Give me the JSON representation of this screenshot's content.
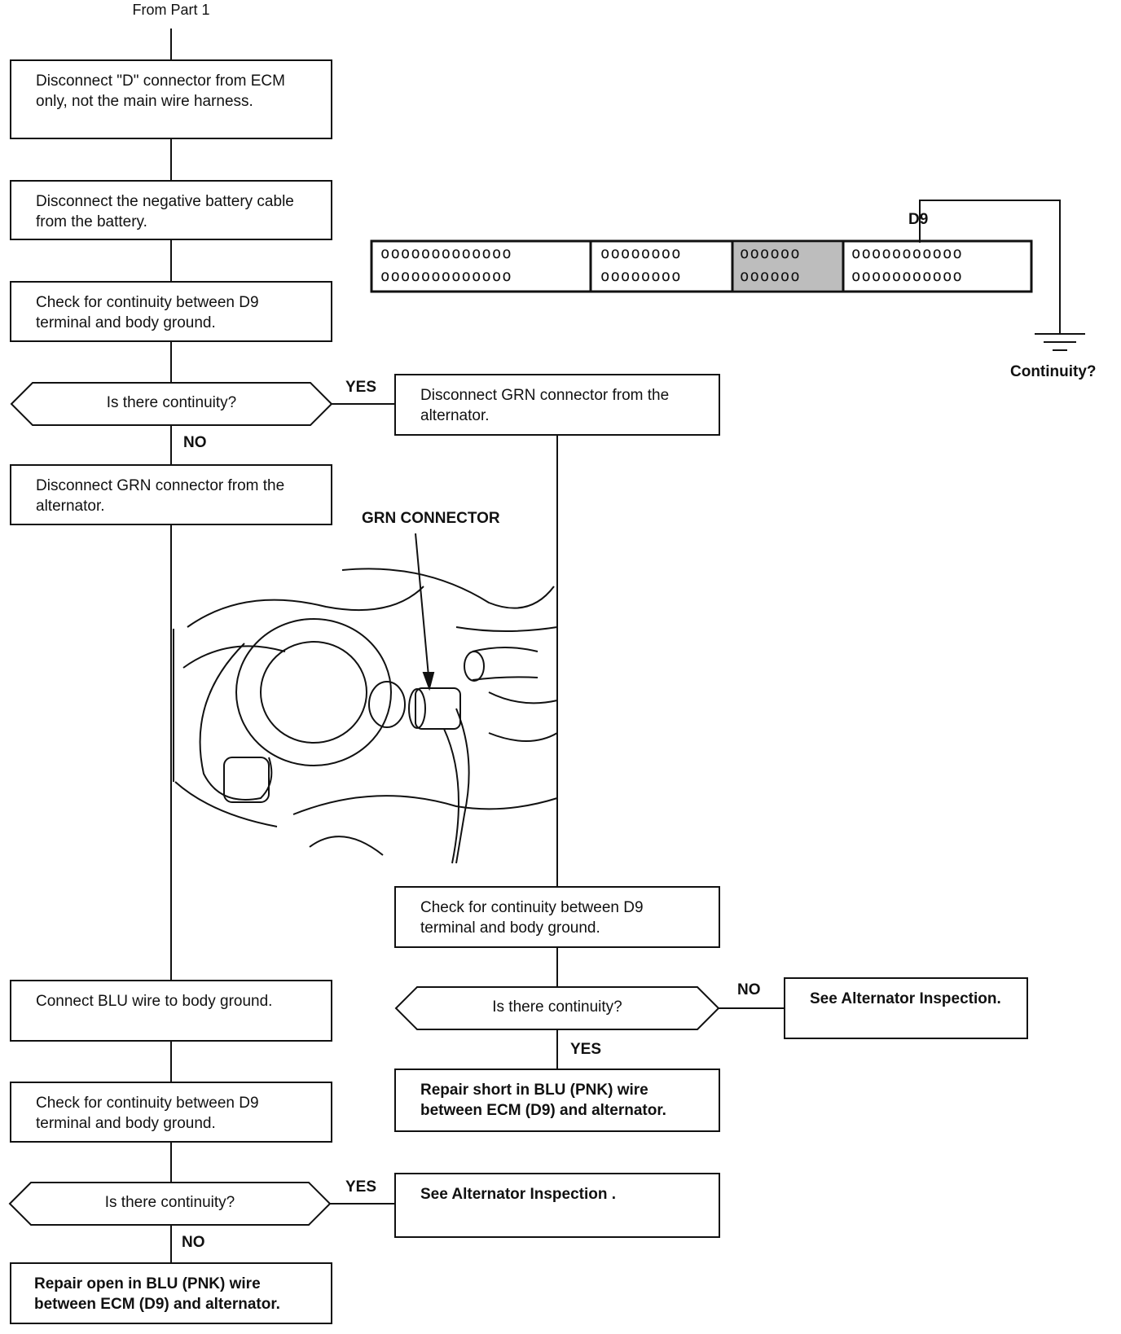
{
  "header": {
    "from_label": "From Part 1"
  },
  "left": {
    "step1": "Disconnect \"D\" connector from ECM only, not the main wire harness.",
    "step2": "Disconnect the negative battery cable from the battery.",
    "step3": "Check for continuity between D9 terminal and body ground.",
    "decision1": "Is there continuity?",
    "no1": "NO",
    "step4": "Disconnect GRN connector from the alternator.",
    "step5": "Connect BLU wire to body ground.",
    "step6": "Check for continuity between D9 terminal and body ground.",
    "decision2": "Is there continuity?",
    "no2": "NO",
    "result_open": "Repair open in BLU (PNK) wire between ECM (D9) and alternator."
  },
  "right": {
    "yes1": "YES",
    "step_grn": "Disconnect GRN connector from the alternator.",
    "illustration_label": "GRN CONNECTOR",
    "step_check": "Check for continuity between D9 terminal and body ground.",
    "decision3": "Is there continuity?",
    "no3": "NO",
    "see_alt_1": "See Alternator Inspection.",
    "yes3": "YES",
    "result_short": "Repair short in BLU (PNK) wire between ECM (D9) and alternator.",
    "yes2": "YES",
    "see_alt_2": "See Alternator Inspection ."
  },
  "connector": {
    "terminal_label": "D9",
    "continuity_label": "Continuity?",
    "rows": [
      [
        "ooooooooooooo",
        "oooooooo",
        "oooooo",
        "ooooooooooo"
      ],
      [
        "ooooooooooooo",
        "oooooooo",
        "oooooo",
        "ooooooooooo"
      ]
    ]
  }
}
